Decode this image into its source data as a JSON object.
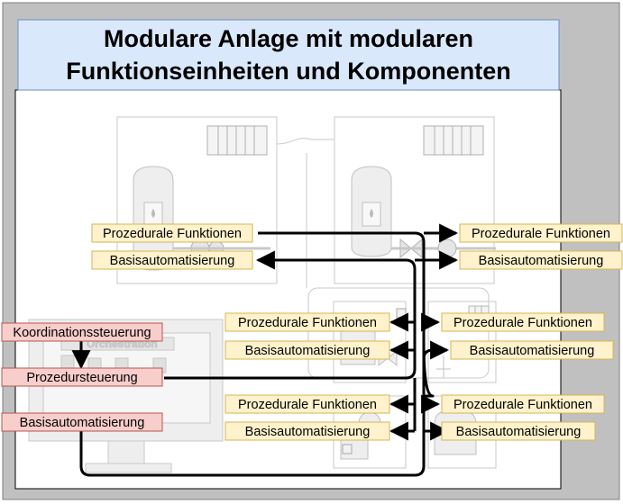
{
  "title": {
    "line1": "Modulare Anlage mit modularen",
    "line2": "Funktionseinheiten und Komponenten"
  },
  "labels": {
    "procedural": "Prozedurale Funktionen",
    "basic": "Basisautomatisierung",
    "coordination": "Koordinationssteuerung",
    "procedure_control": "Prozedursteuerung",
    "orchestration": "Orchestration"
  },
  "colors": {
    "title_bg": "#dae8fc",
    "title_border": "#6c8ebf",
    "module_label_bg": "#fff2cc",
    "module_label_border": "#d6b656",
    "pol_label_bg": "#f8cecc",
    "pol_label_border": "#b85450",
    "frame_bg": "#c0c0c0",
    "line": "#000000",
    "ghost": "#d0d0d0"
  },
  "icons": [
    "plc-rack-icon",
    "tank-icon",
    "valve-icon",
    "pump-icon",
    "operator-monitor-icon",
    "chip-icon"
  ]
}
